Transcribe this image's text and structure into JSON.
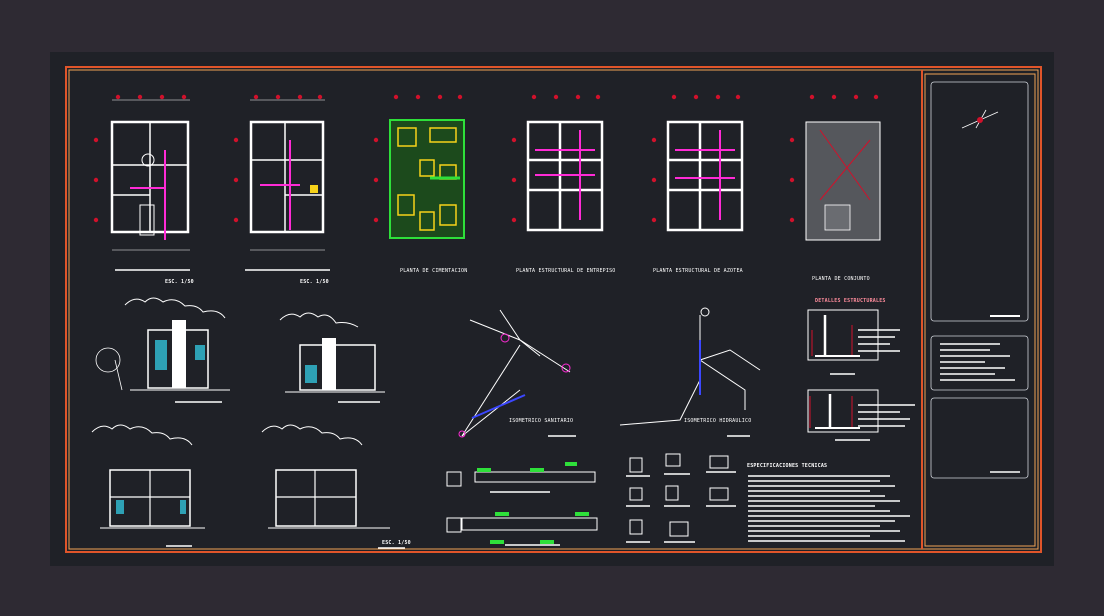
{
  "colors": {
    "background": "#2e2a33",
    "sheet": "#1f2127",
    "frame_outer": "#e0552a",
    "frame_inner": "#f2a256",
    "line_white": "#ffffff",
    "magenta": "#ff2bd6",
    "green": "#2ee03a",
    "yellow": "#f6d21a",
    "red_dot": "#d0112b",
    "blue": "#3b47ff",
    "cyan": "#34d9f2",
    "title_block_border": "#cfd3da"
  },
  "labels": {
    "plan1_scale": "ESC. 1/50",
    "plan2_scale": "ESC. 1/50",
    "plan3_title": "PLANTA DE CIMENTACION",
    "plan4_title": "PLANTA ESTRUCTURAL DE ENTREPISO",
    "plan5_title": "PLANTA ESTRUCTURAL DE AZOTEA",
    "plan6_title": "PLANTA DE CONJUNTO",
    "details_title": "DETALLES ESTRUCTURALES",
    "iso_left_title": "ISOMETRICO SANITARIO",
    "iso_right_title": "ISOMETRICO HIDRAULICO",
    "specs_title": "ESPECIFICACIONES TECNICAS",
    "section2_scale": "ESC. 1/50"
  },
  "icons": {
    "north_arrow": "north-arrow-icon",
    "tree": "tree-icon",
    "clouds": "cloud-icon"
  }
}
